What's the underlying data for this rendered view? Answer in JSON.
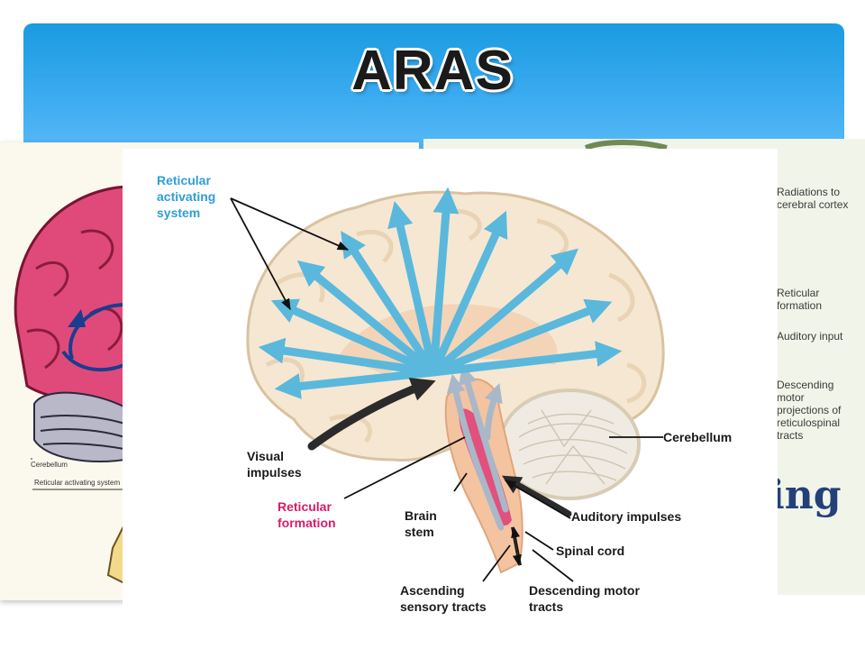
{
  "title": "ARAS",
  "main_diagram": {
    "labels": {
      "reticular_activating_system": "Reticular\nactivating\nsystem",
      "visual_impulses": "Visual\nimpulses",
      "reticular_formation": "Reticular\nformation",
      "brain_stem": "Brain\nstem",
      "cerebellum": "Cerebellum",
      "auditory_impulses": "Auditory impulses",
      "spinal_cord": "Spinal cord",
      "ascending_sensory_tracts": "Ascending\nsensory tracts",
      "descending_motor_tracts": "Descending motor\ntracts"
    },
    "colors": {
      "ras_label": "#2e9ed6",
      "formation_label": "#d81b6a",
      "arrows": "#5ab8dc",
      "brain": "#f6e7d2",
      "stem": "#f4c4a0",
      "formation": "#e0457a"
    }
  },
  "left_background_image": {
    "labels": {
      "cerebellum": "Cerebellum",
      "ras": "Reticular activating system"
    }
  },
  "right_background_image": {
    "labels": {
      "radiations": "Radiations to\ncerebral cortex",
      "reticular_formation": "Reticular\nformation",
      "auditory_input": "Auditory input",
      "descending": "Descending\nmotor\nprojections of\nreticulospinal\ntracts",
      "word_fragment": "ing"
    }
  }
}
